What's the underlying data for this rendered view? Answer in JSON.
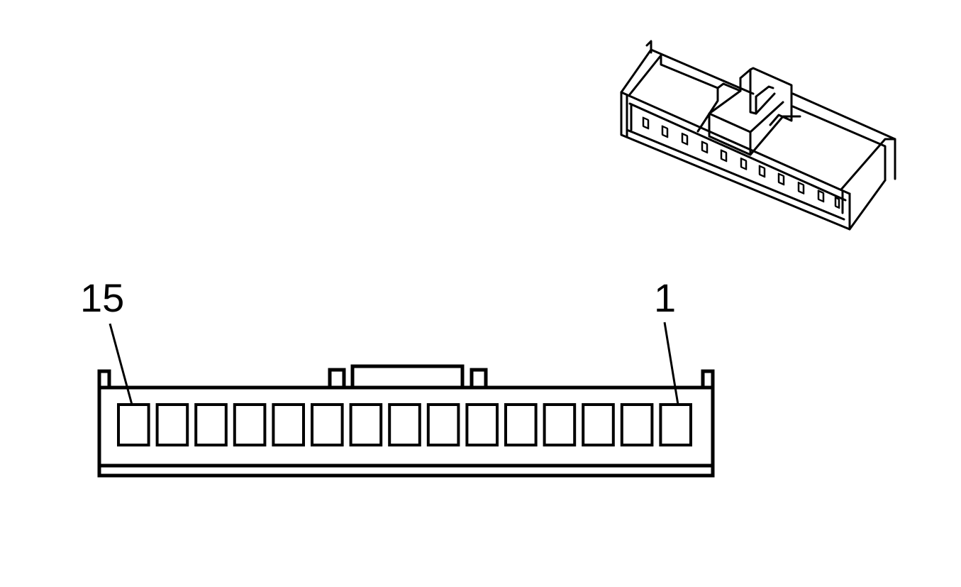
{
  "diagram": {
    "labels": {
      "last_pin": "15",
      "first_pin": "1"
    },
    "pin_count": 15,
    "colors": {
      "line": "#000000",
      "background": "#ffffff"
    }
  }
}
